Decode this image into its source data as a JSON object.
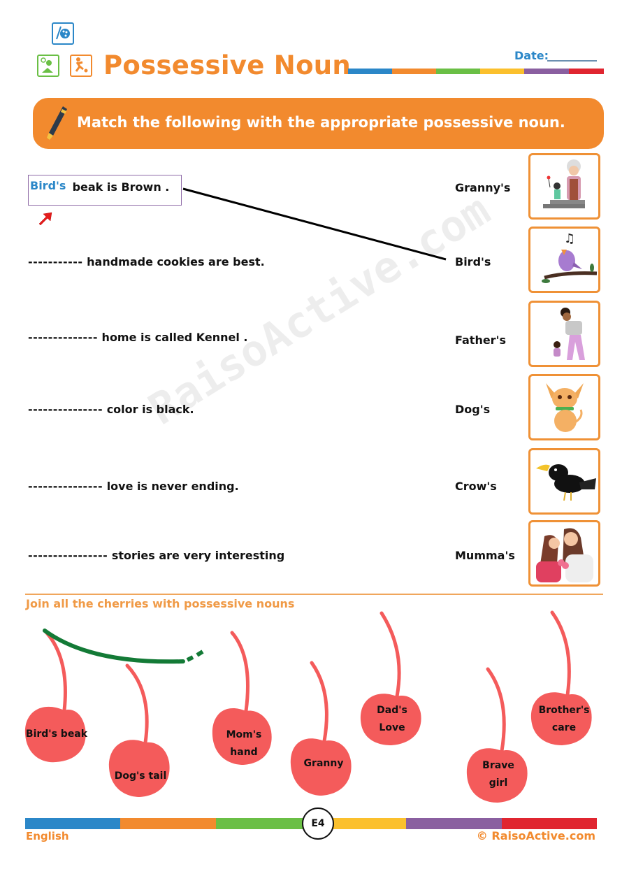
{
  "header": {
    "title": "Possessive Noun",
    "date_label": "Date:",
    "date_value": "",
    "logo_icons": [
      "palette-icon",
      "reading-child-icon",
      "running-child-icon"
    ]
  },
  "colors": {
    "orange": "#f28a2e",
    "blue": "#2b87c8",
    "stripe": [
      "#2b87c8",
      "#f28a2e",
      "#6abf45",
      "#fbc02d",
      "#8a5fa0",
      "#e02530"
    ],
    "cherry": "#f45b5b",
    "stem": "#f45b5b",
    "join_line": "#137a36"
  },
  "instruction": {
    "icon": "marker-pen-icon",
    "text": "Match the following with the appropriate possessive noun."
  },
  "match_section": {
    "sentences": [
      {
        "blank": "-------",
        "answer": "Bird's",
        "text": "beak is Brown ."
      },
      {
        "blank": "-----------",
        "answer": "",
        "text": "handmade cookies are best."
      },
      {
        "blank": "--------------",
        "answer": "",
        "text": "home is called Kennel ."
      },
      {
        "blank": "---------------",
        "answer": "",
        "text": "color is black."
      },
      {
        "blank": "---------------",
        "answer": "",
        "text": "love is never ending."
      },
      {
        "blank": "----------------",
        "answer": "",
        "text": "stories are very interesting"
      }
    ],
    "options": [
      {
        "label": "Granny's",
        "image": "granny-with-child-image"
      },
      {
        "label": "Bird's",
        "image": "singing-bird-image"
      },
      {
        "label": "Father's",
        "image": "father-with-daughter-image"
      },
      {
        "label": "Dog's",
        "image": "chihuahua-dog-image"
      },
      {
        "label": "Crow's",
        "image": "black-crow-image"
      },
      {
        "label": "Mumma's",
        "image": "mother-and-daughter-image"
      }
    ],
    "drawn_match": {
      "from": "Bird's beak is Brown .",
      "to": "Bird's"
    }
  },
  "cherries_section": {
    "title": "Join all the cherries with possessive nouns",
    "cherries": [
      {
        "line1": "Bird's beak",
        "line2": ""
      },
      {
        "line1": "Dog's tail",
        "line2": ""
      },
      {
        "line1": "Mom's",
        "line2": "hand"
      },
      {
        "line1": "Granny",
        "line2": ""
      },
      {
        "line1": "Dad's",
        "line2": "Love"
      },
      {
        "line1": "Brave",
        "line2": "girl"
      },
      {
        "line1": "Brother's",
        "line2": "care"
      }
    ]
  },
  "watermark": "RaisoActive.com",
  "footer": {
    "subject": "English",
    "page_code": "E4",
    "copyright": "© RaisoActive.com"
  }
}
